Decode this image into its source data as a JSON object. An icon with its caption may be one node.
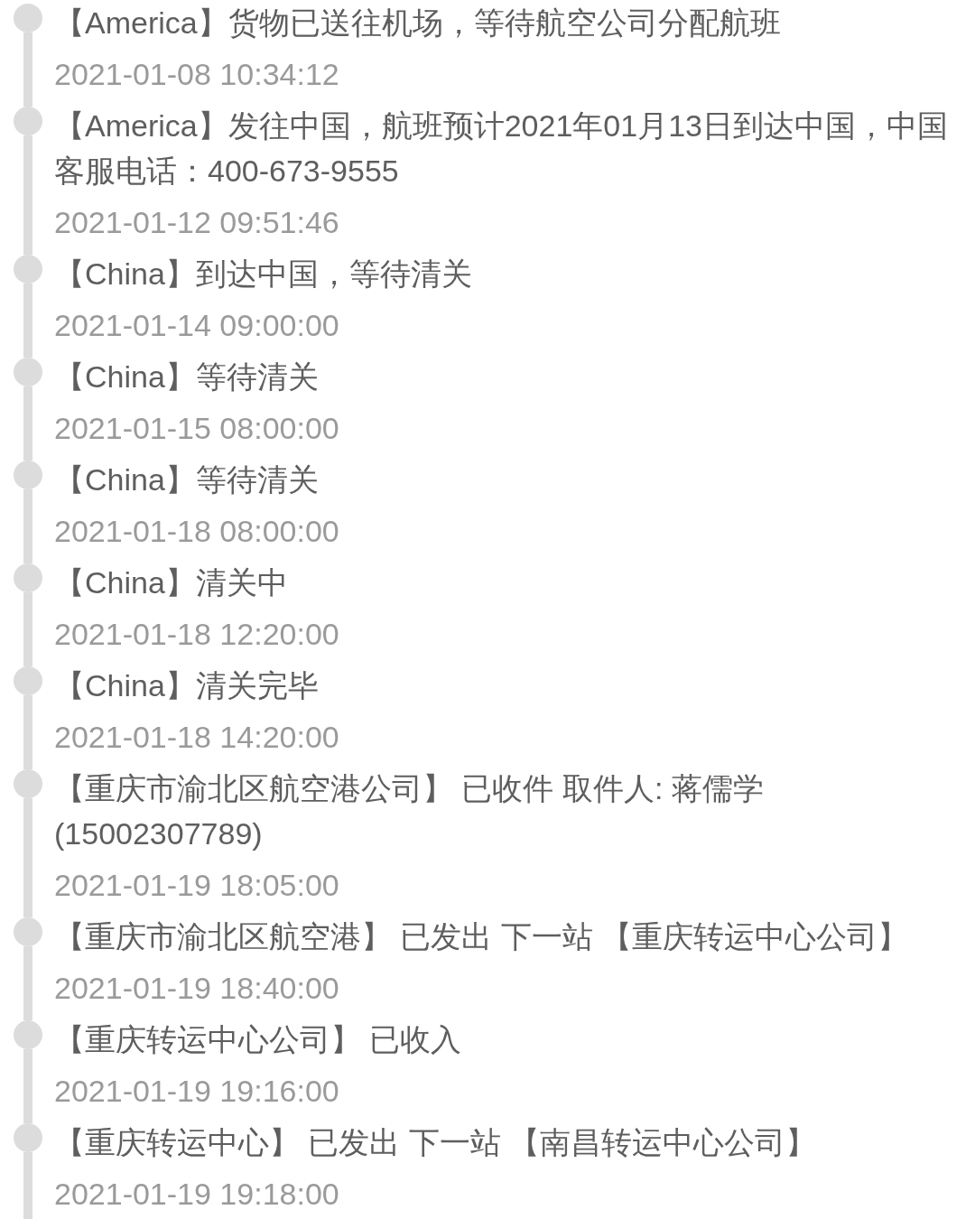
{
  "diagram": {
    "nodes": [
      {
        "text": [],
        "shape": "circle",
        "beside": [
          "【America】货物已送往机场，等待航空公司分配航班",
          "2021-01-08 10:34:12"
        ]
      },
      {
        "text": [],
        "shape": "circle",
        "beside": [
          "【America】发往中国，航班预计2021年01月13日到达中国，中国客服电话：400-673-9555",
          "2021-01-12 09:51:46"
        ]
      },
      {
        "text": [],
        "shape": "circle",
        "beside": [
          "【China】到达中国，等待清关",
          "2021-01-14 09:00:00"
        ]
      },
      {
        "text": [],
        "shape": "circle",
        "beside": [
          "【China】等待清关",
          "2021-01-15 08:00:00"
        ]
      },
      {
        "text": [],
        "shape": "circle",
        "beside": [
          "【China】等待清关",
          "2021-01-18 08:00:00"
        ]
      },
      {
        "text": [],
        "shape": "circle",
        "beside": [
          "【China】清关中",
          "2021-01-18 12:20:00"
        ]
      },
      {
        "text": [],
        "shape": "circle",
        "beside": [
          "【China】清关完毕",
          "2021-01-18 14:20:00"
        ]
      },
      {
        "text": [],
        "shape": "circle",
        "beside": [
          "【重庆市渝北区航空港公司】 已收件 取件人: 蒋儒学 (15002307789)",
          "2021-01-19 18:05:00"
        ]
      },
      {
        "text": [],
        "shape": "circle",
        "beside": [
          "【重庆市渝北区航空港】 已发出 下一站 【重庆转运中心公司】",
          "2021-01-19 18:40:00"
        ]
      },
      {
        "text": [],
        "shape": "circle",
        "beside": [
          "【重庆转运中心公司】 已收入",
          "2021-01-19 19:16:00"
        ]
      },
      {
        "text": [],
        "shape": "circle",
        "beside": [
          "【重庆转运中心】 已发出 下一站 【南昌转运中心公司】",
          "2021-01-19 19:18:00"
        ]
      }
    ],
    "edges": [
      {
        "from": 0,
        "to": 1,
        "arrow": "none"
      },
      {
        "from": 1,
        "to": 2,
        "arrow": "none"
      },
      {
        "from": 2,
        "to": 3,
        "arrow": "none"
      },
      {
        "from": 3,
        "to": 4,
        "arrow": "none"
      },
      {
        "from": 4,
        "to": 5,
        "arrow": "none"
      },
      {
        "from": 5,
        "to": 6,
        "arrow": "none"
      },
      {
        "from": 6,
        "to": 7,
        "arrow": "none"
      },
      {
        "from": 7,
        "to": 8,
        "arrow": "none"
      },
      {
        "from": 8,
        "to": 9,
        "arrow": "none"
      },
      {
        "from": 9,
        "to": 10,
        "arrow": "none"
      },
      {
        "from": 10,
        "to": null,
        "arrow": "none"
      }
    ]
  }
}
